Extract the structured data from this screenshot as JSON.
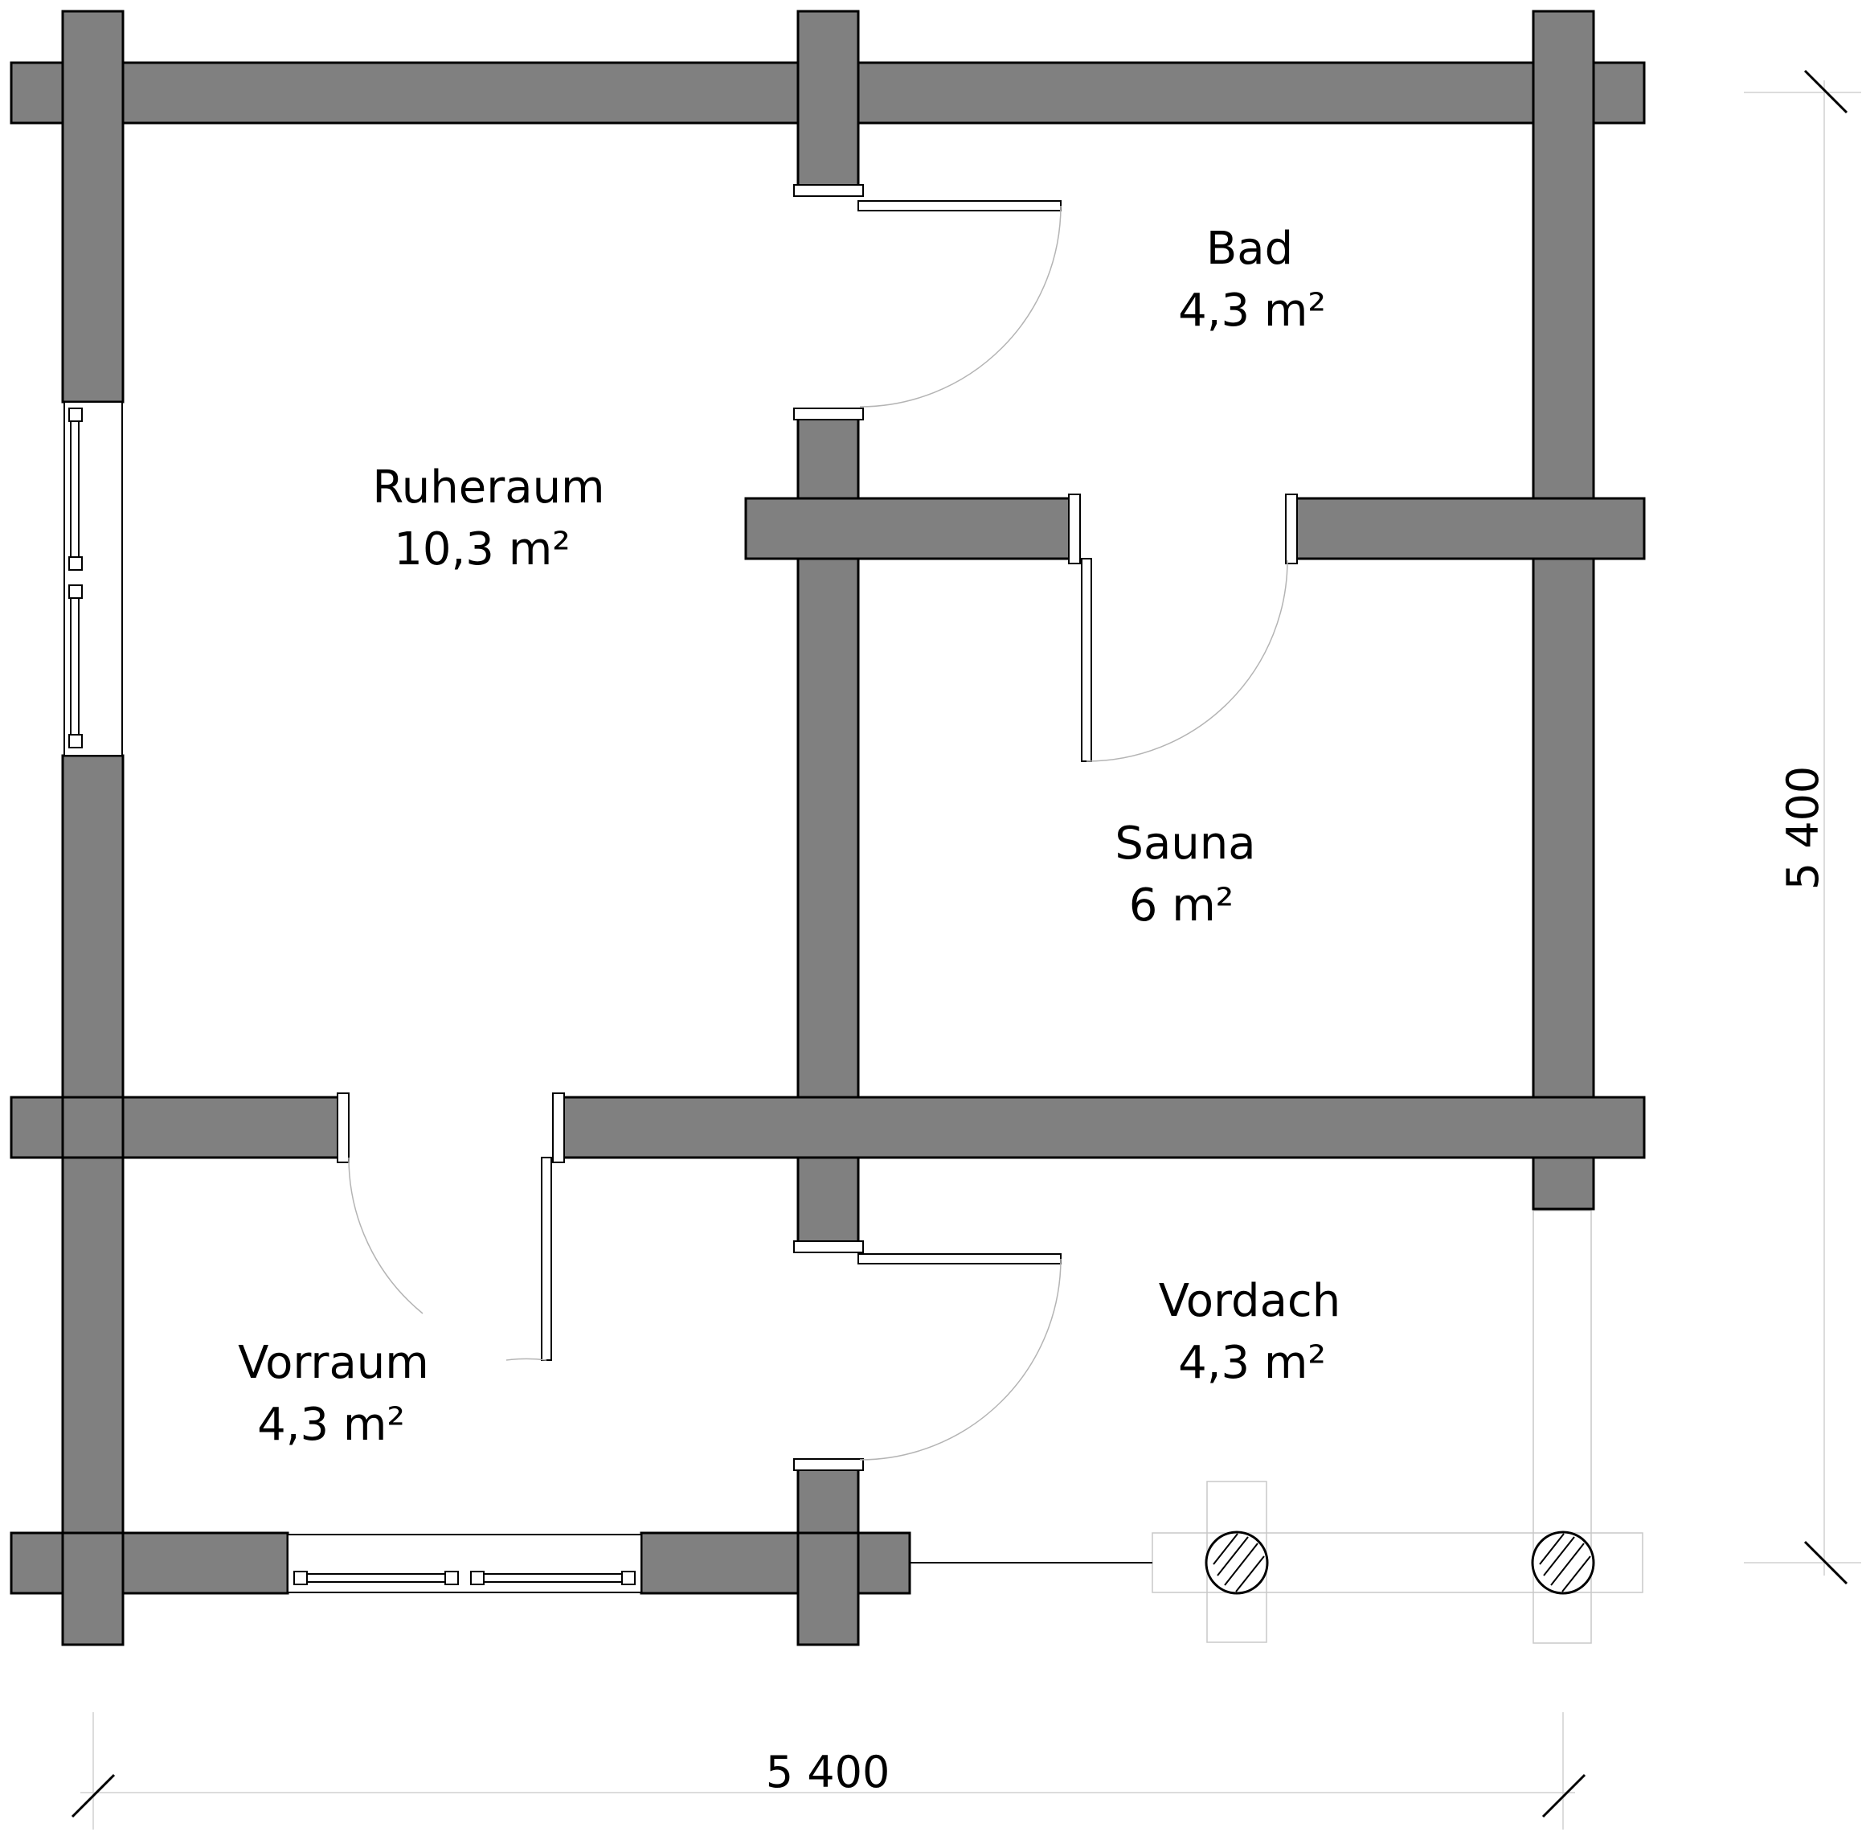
{
  "plan": {
    "rooms": [
      {
        "id": "bad",
        "name": "Bad",
        "area": "4,3 m²"
      },
      {
        "id": "ruheraum",
        "name": "Ruheraum",
        "area": "10,3 m²"
      },
      {
        "id": "sauna",
        "name": "Sauna",
        "area": "6 m²"
      },
      {
        "id": "vorraum",
        "name": "Vorraum",
        "area": "4,3 m²"
      },
      {
        "id": "vordach",
        "name": "Vordach",
        "area": "4,3 m²"
      }
    ],
    "dimensions": {
      "width": "5 400",
      "height": "5 400"
    },
    "colors": {
      "wall_fill": "#808080",
      "line": "#000000",
      "background": "#ffffff"
    }
  }
}
